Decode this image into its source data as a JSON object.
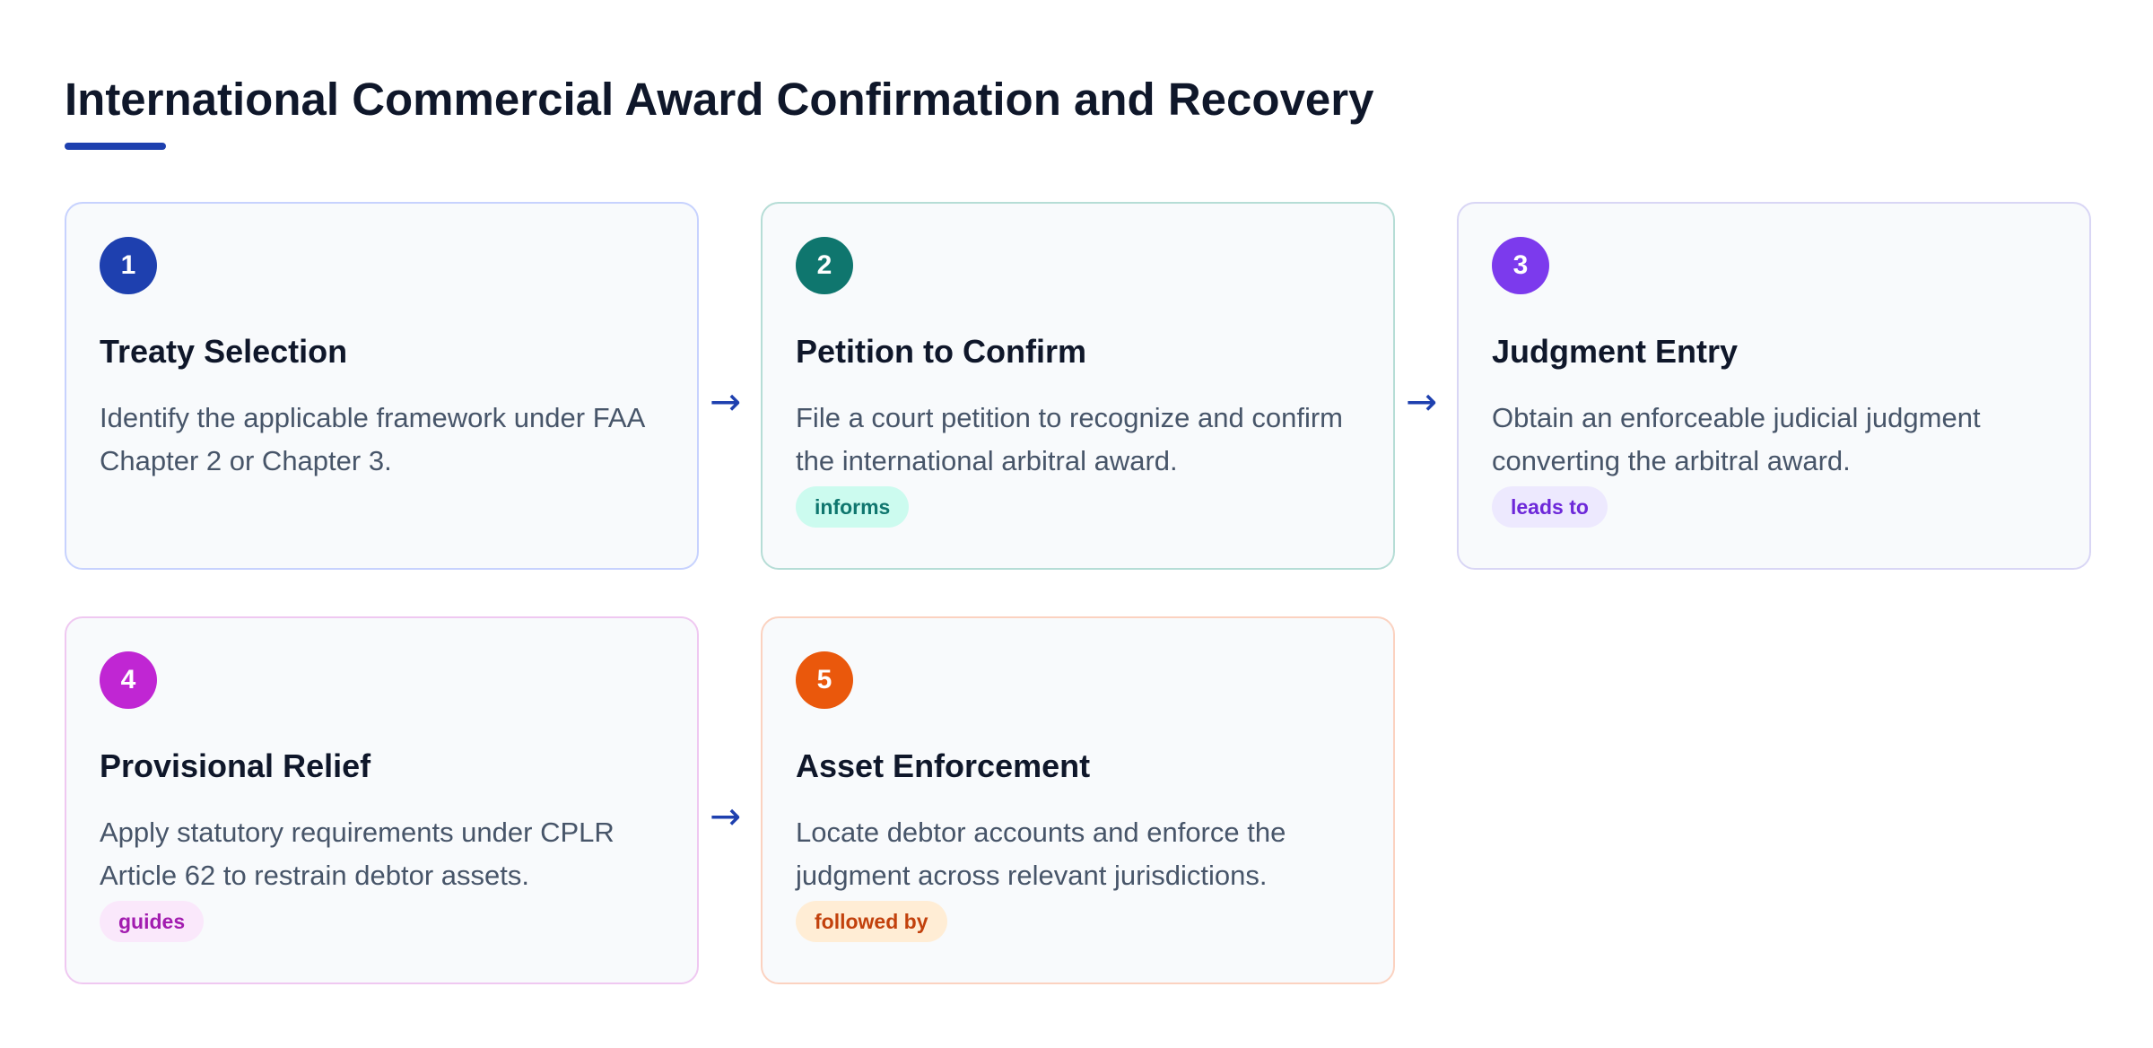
{
  "title": "International Commercial Award Confirmation and Recovery",
  "colors": {
    "accent": "#1e40af"
  },
  "steps": [
    {
      "number": "1",
      "title": "Treaty Selection",
      "description": "Identify the applicable framework under FAA Chapter 2 or Chapter 3.",
      "badge": "",
      "color": "#1e40af",
      "border": "#c7d2fe",
      "badge_bg": "",
      "badge_fg": ""
    },
    {
      "number": "2",
      "title": "Petition to Confirm",
      "description": "File a court petition to recognize and confirm the international arbitral award.",
      "badge": "informs",
      "color": "#0f766e",
      "border": "#b6ddd6",
      "badge_bg": "#ccfbef",
      "badge_fg": "#0f766e"
    },
    {
      "number": "3",
      "title": "Judgment Entry",
      "description": "Obtain an enforceable judicial judgment converting the arbitral award.",
      "badge": "leads to",
      "color": "#7c3aed",
      "border": "#d9d6f5",
      "badge_bg": "#ede9fe",
      "badge_fg": "#6d28d9"
    },
    {
      "number": "4",
      "title": "Provisional Relief",
      "description": "Apply statutory requirements under CPLR Article 62 to restrain debtor assets.",
      "badge": "guides",
      "color": "#c026d3",
      "border": "#efc8f1",
      "badge_bg": "#fae8fb",
      "badge_fg": "#a21caf"
    },
    {
      "number": "5",
      "title": "Asset Enforcement",
      "description": "Locate debtor accounts and enforce the judgment across relevant jurisdictions.",
      "badge": "followed by",
      "color": "#ea580c",
      "border": "#fbd2c0",
      "badge_bg": "#ffedd5",
      "badge_fg": "#c2410c"
    }
  ],
  "arrow_glyph": "→"
}
